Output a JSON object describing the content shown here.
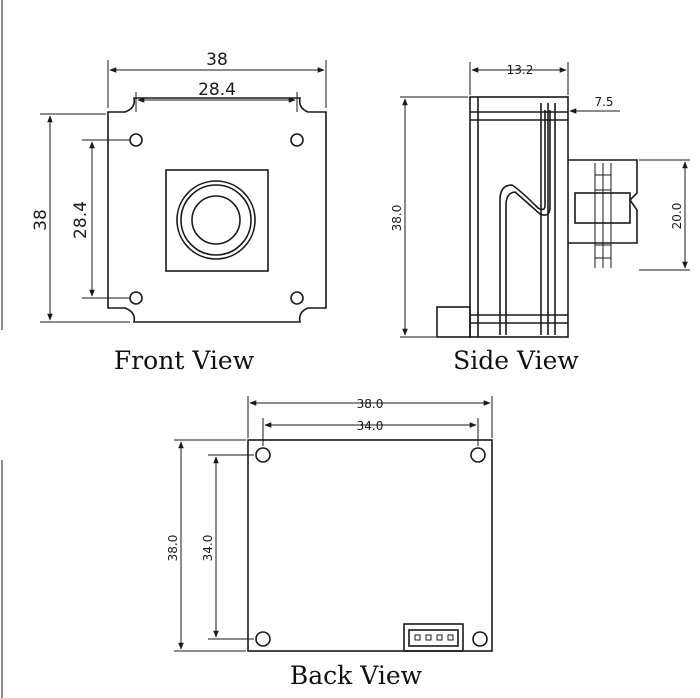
{
  "views": {
    "front": {
      "caption": "Front View",
      "width_outer": "38",
      "width_inner": "28.4",
      "height_outer": "38",
      "height_inner": "28.4"
    },
    "side": {
      "caption": "Side View",
      "depth": "13.2",
      "flange": "7.5",
      "height": "38.0",
      "lens_height": "20.0"
    },
    "back": {
      "caption": "Back View",
      "width_outer": "38.0",
      "width_inner": "34.0",
      "height_outer": "38.0",
      "height_inner": "34.0"
    }
  }
}
